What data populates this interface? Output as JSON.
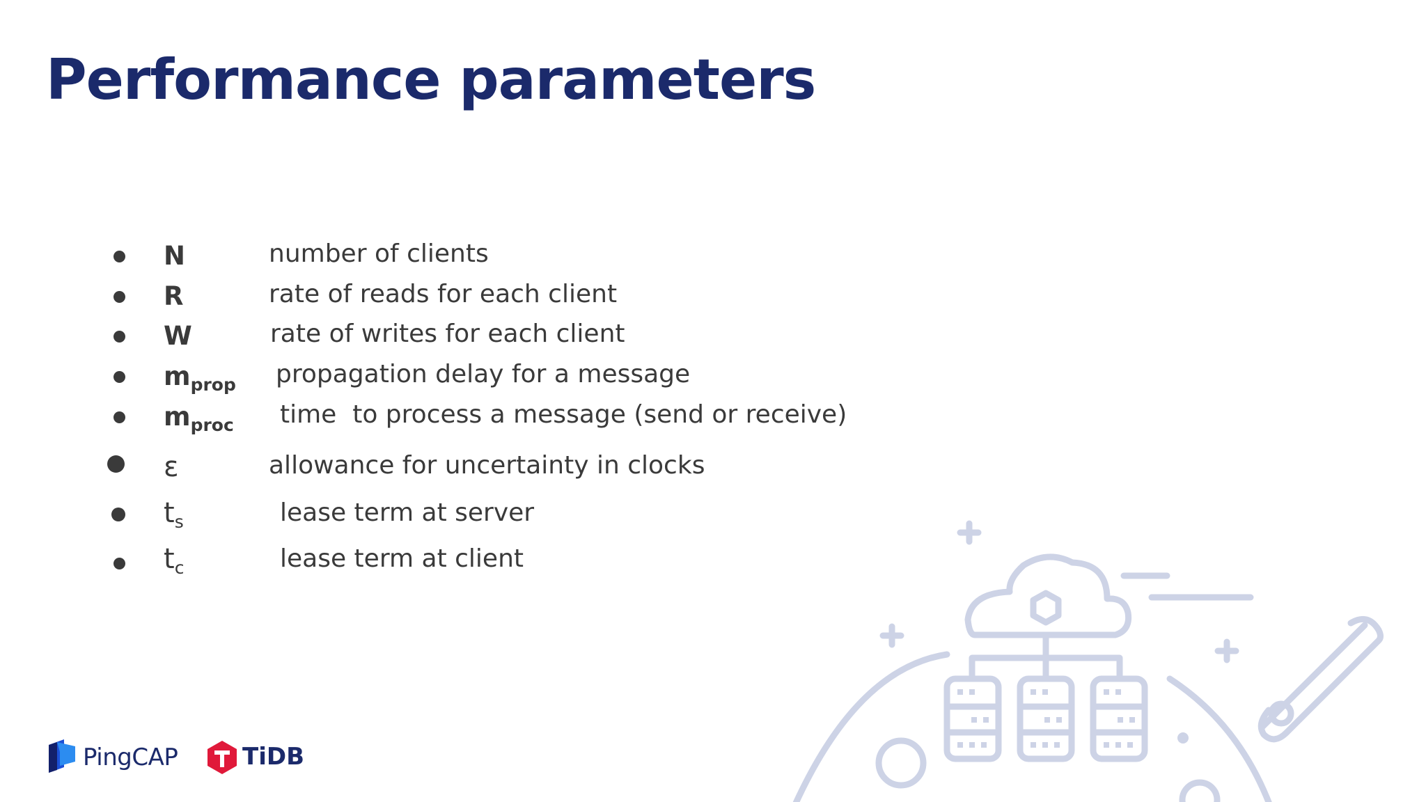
{
  "title": "Performance parameters",
  "parameters": [
    {
      "symbol": "N",
      "sub": "",
      "description": "number of clients"
    },
    {
      "symbol": "R",
      "sub": "",
      "description": "rate of reads for each client"
    },
    {
      "symbol": "W",
      "sub": "",
      "description": "rate of writes for each client"
    },
    {
      "symbol": "m",
      "sub": "prop",
      "description": "propagation delay for a message"
    },
    {
      "symbol": "m",
      "sub": "proc",
      "description": "time  to process a message (send or receive)"
    },
    {
      "symbol": "ε",
      "sub": "",
      "description": "allowance for uncertainty in clocks"
    },
    {
      "symbol": "t",
      "sub": "s",
      "description": "lease term at server"
    },
    {
      "symbol": "t",
      "sub": "c",
      "description": "lease term at client"
    }
  ],
  "footer": {
    "pingcap_label": "PingCAP",
    "tidb_label": "TiDB"
  },
  "colors": {
    "title": "#1b2a6b",
    "body_text": "#3a3a3a",
    "decoration": "#cdd3e6"
  },
  "icons": {
    "decoration": "cloud-server-network-illustration",
    "pingcap_logo": "pingcap-logo-icon",
    "tidb_logo": "tidb-logo-icon"
  }
}
